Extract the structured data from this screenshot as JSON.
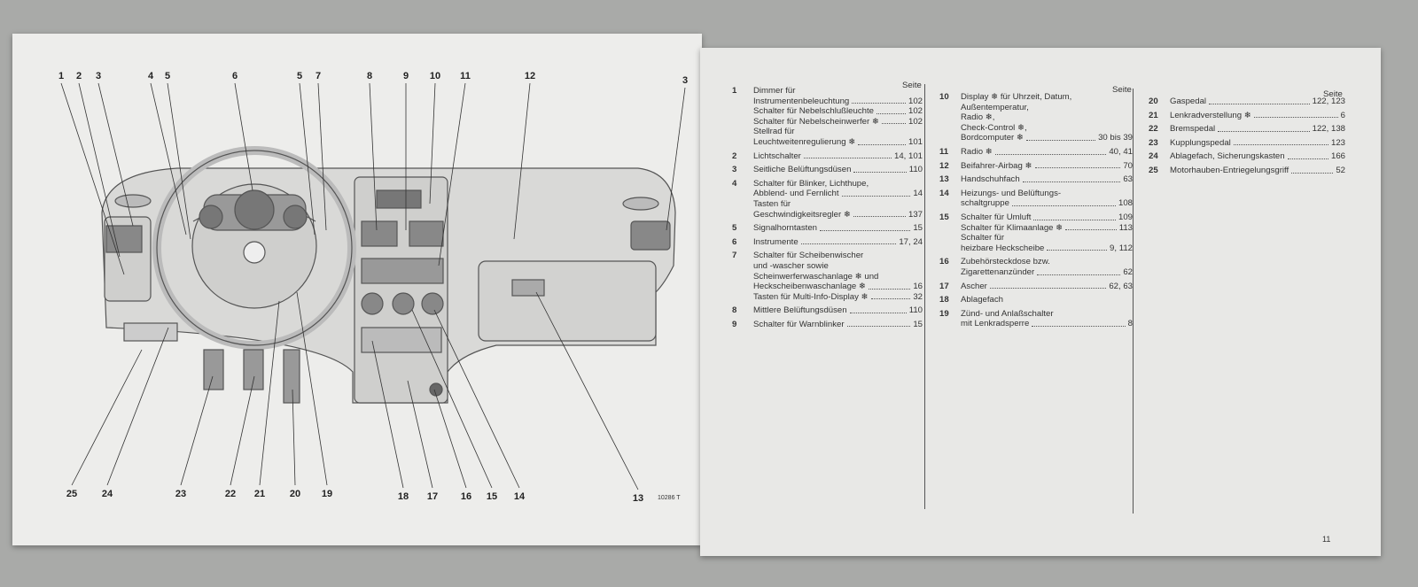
{
  "figure": {
    "top_callouts": [
      "1",
      "2",
      "3",
      "4",
      "5",
      "6",
      "5",
      "7",
      "8",
      "9",
      "10",
      "11",
      "12",
      "3"
    ],
    "bottom_callouts": [
      "25",
      "24",
      "23",
      "22",
      "21",
      "20",
      "19",
      "18",
      "17",
      "16",
      "15",
      "14",
      "13"
    ],
    "figure_code": "10286 T"
  },
  "legend": {
    "seite_label": "Seite",
    "columns": [
      [
        {
          "num": "1",
          "lines": [
            {
              "t": "Dimmer für"
            },
            {
              "t": "Instrumentenbeleuchtung",
              "p": "102"
            },
            {
              "t": "Schalter für Nebelschlußleuchte",
              "p": "102"
            },
            {
              "t": "Schalter für Nebelscheinwerfer ❄",
              "p": "102"
            },
            {
              "t": "Stellrad für"
            },
            {
              "t": "Leuchtweitenregulierung ❄",
              "p": "101"
            }
          ]
        },
        {
          "num": "2",
          "lines": [
            {
              "t": "Lichtschalter",
              "p": "14, 101"
            }
          ]
        },
        {
          "num": "3",
          "lines": [
            {
              "t": "Seitliche Belüftungsdüsen",
              "p": "110"
            }
          ]
        },
        {
          "num": "4",
          "lines": [
            {
              "t": "Schalter für Blinker, Lichthupe,"
            },
            {
              "t": "Abblend- und Fernlicht",
              "p": "14"
            },
            {
              "t": "Tasten für"
            },
            {
              "t": "Geschwindigkeitsregler ❄",
              "p": "137"
            }
          ]
        },
        {
          "num": "5",
          "lines": [
            {
              "t": "Signalhorntasten",
              "p": "15"
            }
          ]
        },
        {
          "num": "6",
          "lines": [
            {
              "t": "Instrumente",
              "p": "17, 24"
            }
          ]
        },
        {
          "num": "7",
          "lines": [
            {
              "t": "Schalter für Scheibenwischer"
            },
            {
              "t": "und -wascher sowie"
            },
            {
              "t": "Scheinwerferwaschanlage ❄ und"
            },
            {
              "t": "Heckscheibenwaschanlage ❄",
              "p": "16"
            },
            {
              "t": "Tasten für Multi-Info-Display ❄",
              "p": "32"
            }
          ]
        },
        {
          "num": "8",
          "lines": [
            {
              "t": "Mittlere Belüftungsdüsen",
              "p": "110"
            }
          ]
        },
        {
          "num": "9",
          "lines": [
            {
              "t": "Schalter für Warnblinker",
              "p": "15"
            }
          ]
        }
      ],
      [
        {
          "num": "10",
          "lines": [
            {
              "t": "Display ❄ für Uhrzeit, Datum,"
            },
            {
              "t": "Außentemperatur,"
            },
            {
              "t": "Radio ❄,"
            },
            {
              "t": "Check-Control ❄,"
            },
            {
              "t": "Bordcomputer ❄",
              "p": "30 bis 39"
            }
          ]
        },
        {
          "num": "11",
          "lines": [
            {
              "t": "Radio ❄",
              "p": "40, 41"
            }
          ]
        },
        {
          "num": "12",
          "lines": [
            {
              "t": "Beifahrer-Airbag ❄",
              "p": "70"
            }
          ]
        },
        {
          "num": "13",
          "lines": [
            {
              "t": "Handschuhfach",
              "p": "63"
            }
          ]
        },
        {
          "num": "14",
          "lines": [
            {
              "t": "Heizungs- und Belüftungs-"
            },
            {
              "t": "schaltgruppe",
              "p": "108"
            }
          ]
        },
        {
          "num": "15",
          "lines": [
            {
              "t": "Schalter für Umluft",
              "p": "109"
            },
            {
              "t": "Schalter für Klimaanlage ❄",
              "p": "113"
            },
            {
              "t": "Schalter für"
            },
            {
              "t": "heizbare Heckscheibe",
              "p": "9, 112"
            }
          ]
        },
        {
          "num": "16",
          "lines": [
            {
              "t": "Zubehörsteckdose bzw."
            },
            {
              "t": "Zigarettenanzünder",
              "p": "62"
            }
          ]
        },
        {
          "num": "17",
          "lines": [
            {
              "t": "Ascher",
              "p": "62, 63"
            }
          ]
        },
        {
          "num": "18",
          "lines": [
            {
              "t": "Ablagefach"
            }
          ]
        },
        {
          "num": "19",
          "lines": [
            {
              "t": "Zünd- und Anlaßschalter"
            },
            {
              "t": "mit Lenkradsperre",
              "p": "8"
            }
          ]
        }
      ],
      [
        {
          "num": "20",
          "lines": [
            {
              "t": "Gaspedal",
              "p": "122, 123"
            }
          ]
        },
        {
          "num": "21",
          "lines": [
            {
              "t": "Lenkradverstellung ❄",
              "p": "6"
            }
          ]
        },
        {
          "num": "22",
          "lines": [
            {
              "t": "Bremspedal",
              "p": "122, 138"
            }
          ]
        },
        {
          "num": "23",
          "lines": [
            {
              "t": "Kupplungspedal",
              "p": "123"
            }
          ]
        },
        {
          "num": "24",
          "lines": [
            {
              "t": "Ablagefach, Sicherungskasten",
              "p": "166"
            }
          ]
        },
        {
          "num": "25",
          "lines": [
            {
              "t": "Motorhauben-Entriegelungsgriff",
              "p": "52"
            }
          ]
        }
      ]
    ]
  },
  "page_number": "11"
}
